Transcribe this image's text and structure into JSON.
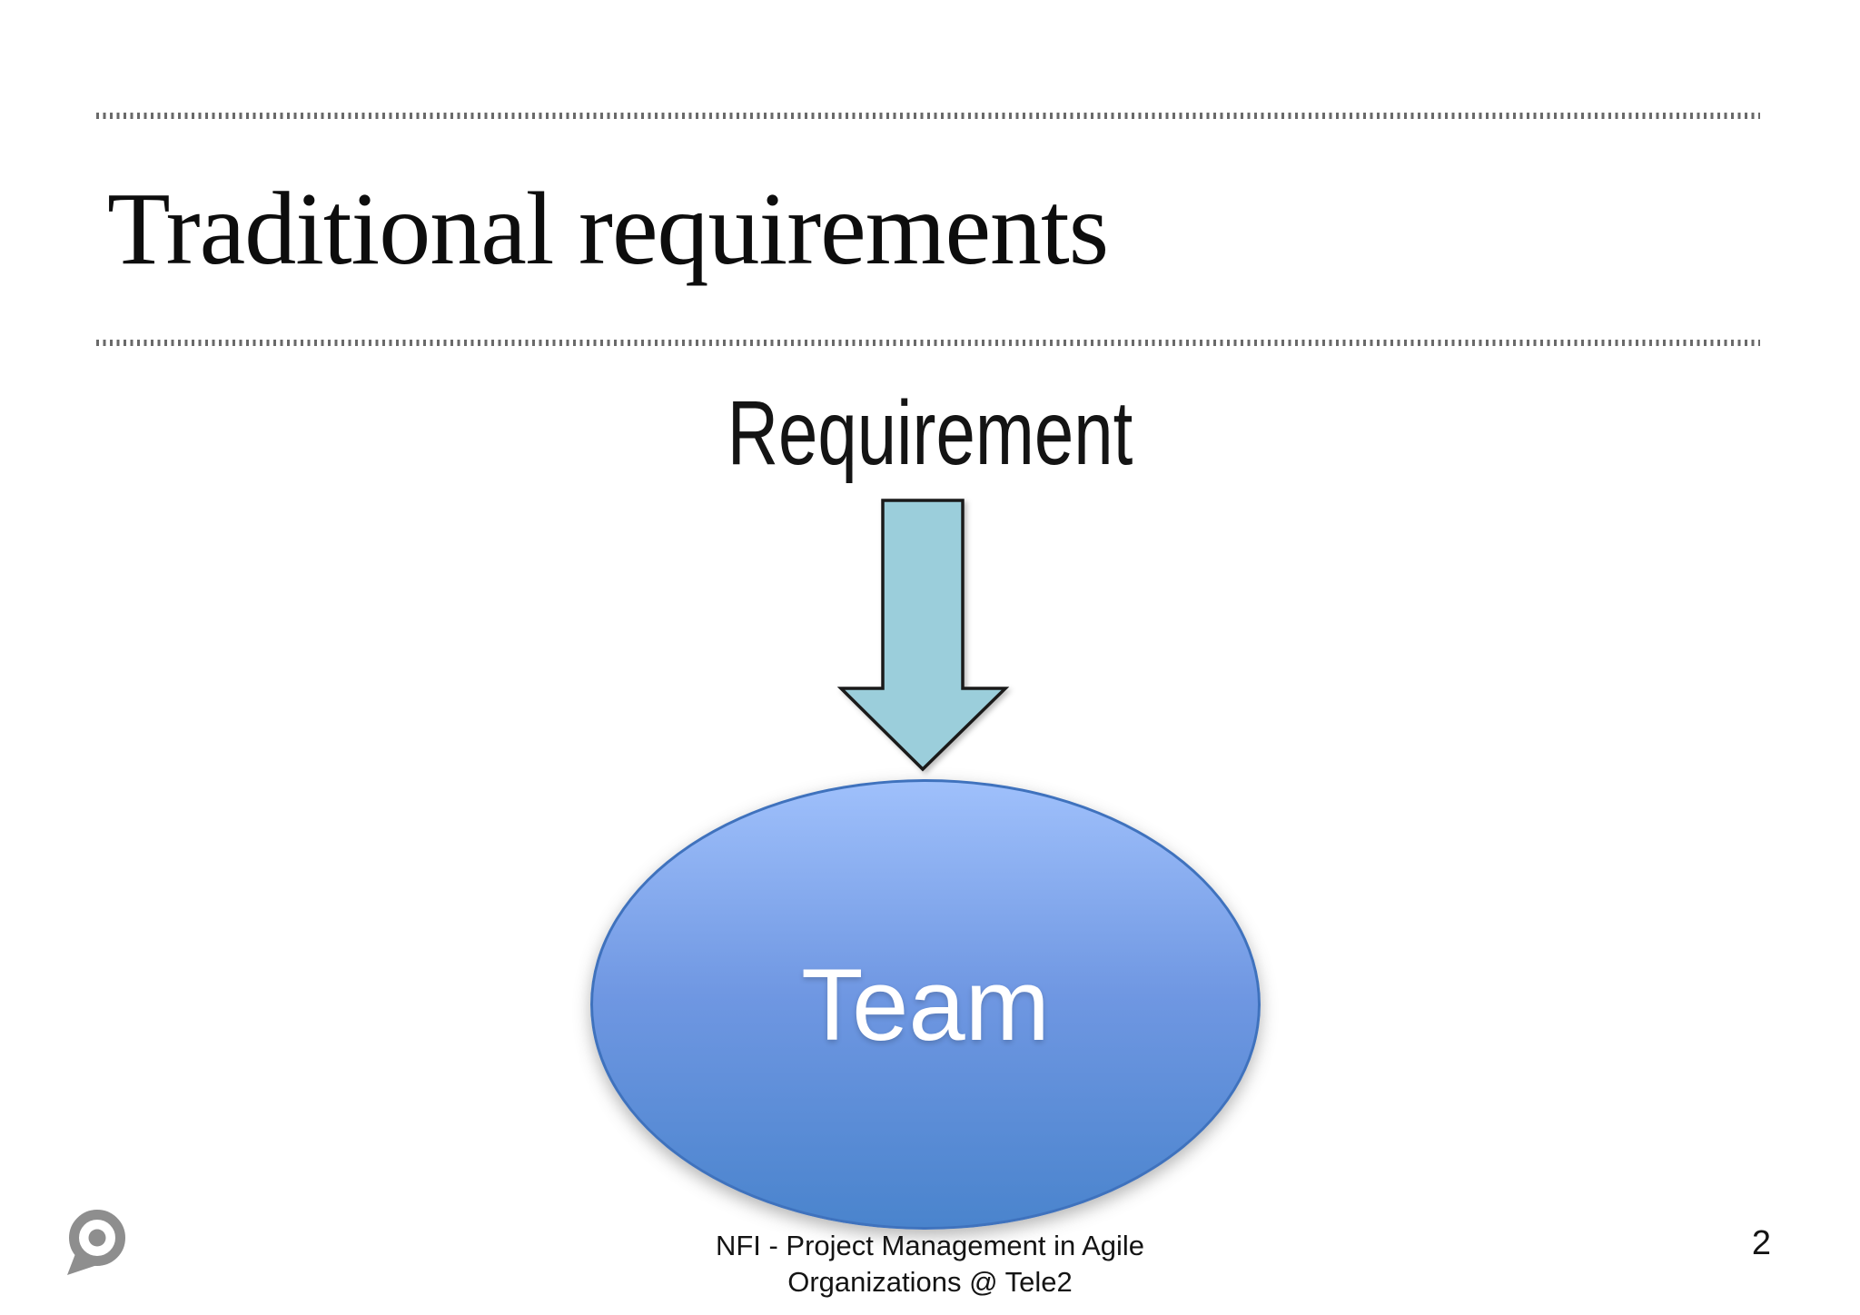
{
  "slide": {
    "title": "Traditional requirements",
    "page_number": "2",
    "footer": {
      "line1": "NFI - Project Management in Agile",
      "line2": "Organizations @ Tele2"
    }
  },
  "diagram": {
    "requirement_label": "Requirement",
    "team_label": "Team"
  },
  "icons": {
    "logo": "speech-bubble-target-logo",
    "arrow": "down-block-arrow"
  },
  "colors": {
    "arrow_fill": "#9bcedb",
    "arrow_stroke": "#1a1a1a",
    "ellipse_top": "#9fc0fb",
    "ellipse_mid": "#6f97e2",
    "ellipse_bottom": "#4a84cd",
    "ellipse_border": "#3f72bd",
    "title_text": "#0d0d0d",
    "body_text": "#141414",
    "team_text": "#ffffff",
    "rule_dots": "#4f4f4f",
    "logo_gray": "#8e8e8e"
  }
}
